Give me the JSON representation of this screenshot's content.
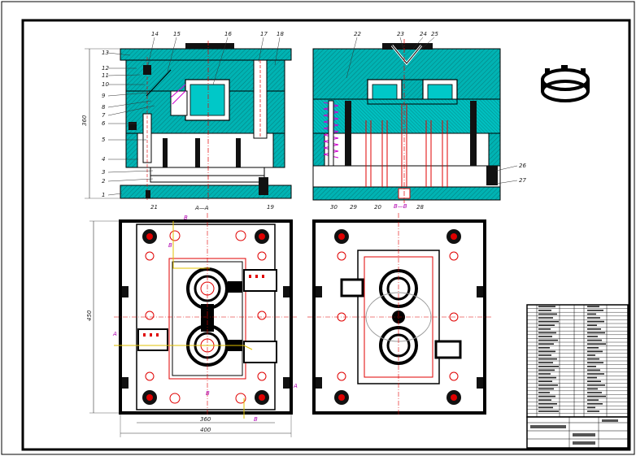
{
  "colors": {
    "cyan": "#00b7b7",
    "cyan_dark": "#008a8a",
    "hatch": "#0a4a4a",
    "red": "#e00000",
    "magenta": "#d000d0",
    "yellow": "#e0c000",
    "black": "#000000",
    "dim": "#333333"
  },
  "section_labels": {
    "front": "A—A",
    "side": "B—B"
  },
  "part_numbers_left": [
    "13",
    "12",
    "11",
    "10",
    "9",
    "8",
    "7",
    "6",
    "5",
    "4",
    "3",
    "2",
    "1"
  ],
  "part_numbers_top_front": [
    "14",
    "15",
    "16",
    "17",
    "18"
  ],
  "part_numbers_top_side": [
    "22",
    "23",
    "24",
    "25"
  ],
  "part_numbers_bottom_front": [
    "21",
    "19"
  ],
  "part_numbers_bottom_side": [
    "30",
    "29",
    "20",
    "28"
  ],
  "part_numbers_right_side": [
    "26",
    "27"
  ],
  "dimensions": {
    "front_height": "360",
    "plan_height": "450",
    "plan_inner_width": "360",
    "plan_outer_width": "400"
  },
  "section_markers": [
    "A",
    "A",
    "B",
    "B",
    "B",
    "B"
  ]
}
